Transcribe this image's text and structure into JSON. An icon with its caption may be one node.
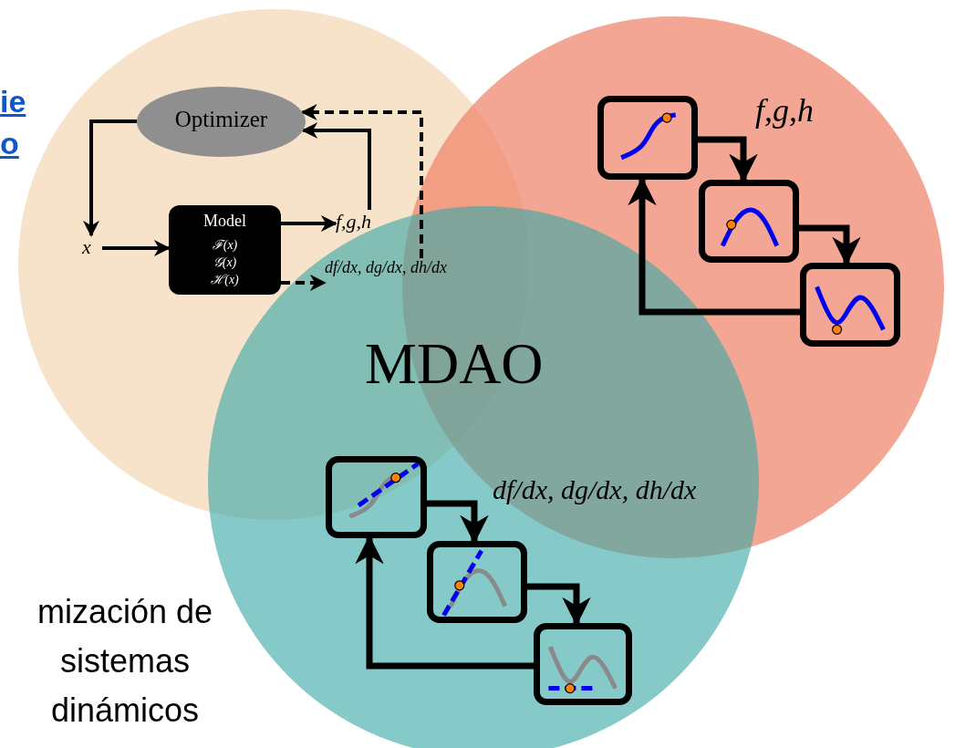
{
  "diagram": {
    "nodes": [
      {
        "text": [
          "Optimizer"
        ]
      },
      {
        "text": [
          "x"
        ]
      },
      {
        "text": [
          "Model",
          "ℱ(x)",
          "𝒢(x)",
          "ℋ(x)"
        ]
      },
      {
        "text": [
          "f,g,h"
        ]
      },
      {
        "text": [
          "df/dx, dg/dx, dh/dx"
        ]
      },
      {
        "text": [],
        "shape": "picture"
      },
      {
        "text": [],
        "shape": "picture"
      },
      {
        "text": [],
        "shape": "picture"
      },
      {
        "text": [],
        "shape": "picture"
      },
      {
        "text": [],
        "shape": "picture"
      },
      {
        "text": [],
        "shape": "picture"
      }
    ],
    "edges": [
      {
        "from": 0,
        "to": 1,
        "arrow": "to"
      },
      {
        "from": 1,
        "to": 2,
        "arrow": "to"
      },
      {
        "from": 2,
        "to": 3,
        "arrow": "to"
      },
      {
        "from": 3,
        "to": 0,
        "arrow": "to"
      },
      {
        "from": 2,
        "to": 4,
        "arrow": "to",
        "style": "dashed"
      },
      {
        "from": 4,
        "to": 0,
        "arrow": "to",
        "style": "dashed"
      },
      {
        "from": 5,
        "to": 6,
        "arrow": "to"
      },
      {
        "from": 6,
        "to": 7,
        "arrow": "to"
      },
      {
        "from": 7,
        "to": 5,
        "arrow": "to"
      },
      {
        "from": 8,
        "to": 9,
        "arrow": "to"
      },
      {
        "from": 9,
        "to": 10,
        "arrow": "to"
      },
      {
        "from": 10,
        "to": 8,
        "arrow": "to"
      }
    ],
    "labels": [
      "ie",
      "o",
      "f,g,h",
      "MDAO",
      "df/dx, dg/dx, dh/dx",
      "mización de sistemas dinámicos"
    ]
  }
}
